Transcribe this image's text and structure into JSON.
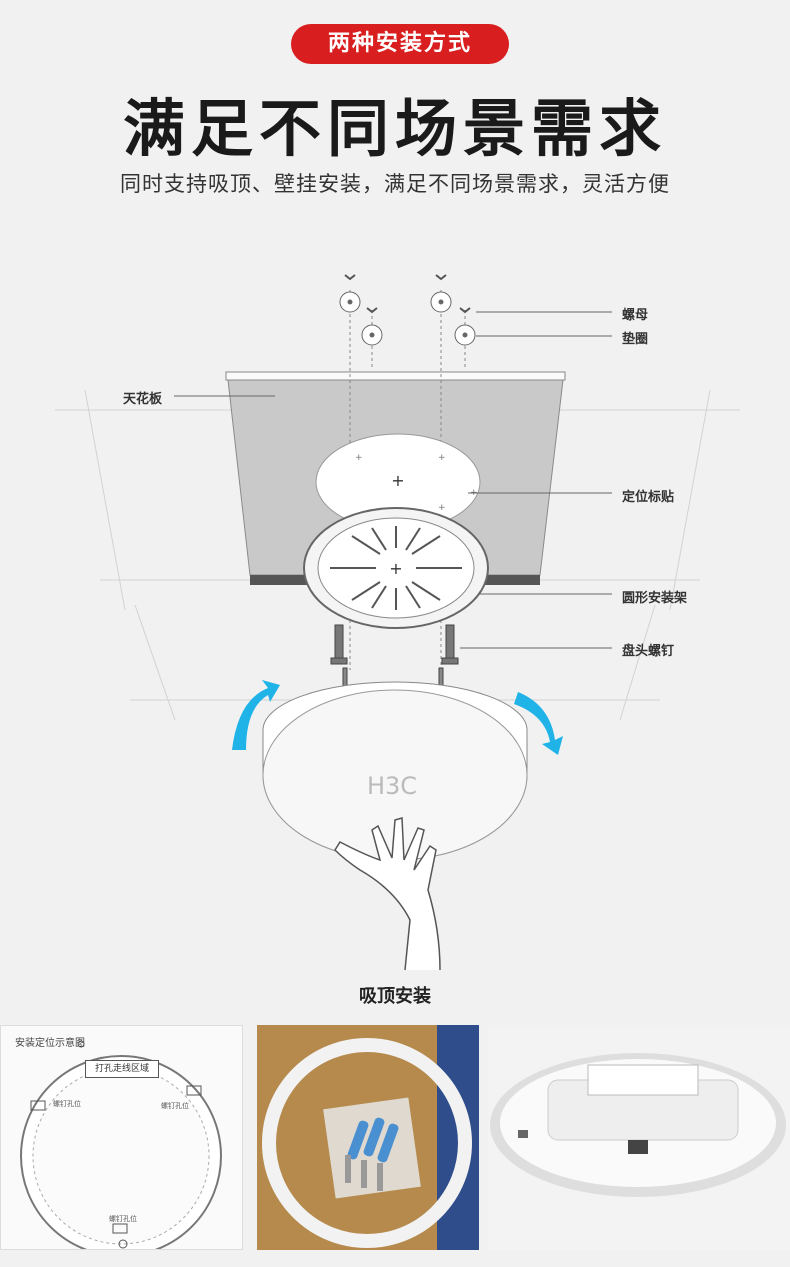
{
  "header": {
    "badge": "两种安装方式",
    "title": "满足不同场景需求",
    "subtitle": "同时支持吸顶、壁挂安装，满足不同场景需求，灵活方便"
  },
  "diagram": {
    "labels": {
      "nut": "螺母",
      "washer": "垫圈",
      "ceiling": "天花板",
      "sticker": "定位标贴",
      "bracket": "圆形安装架",
      "screw": "盘头螺钉"
    },
    "device_logo": "H3C",
    "caption": "吸顶安装"
  },
  "photos": {
    "template_title": "安装定位示意图",
    "template_box": "打孔走线区域",
    "template_hole_left": "螺钉孔位",
    "template_hole_right": "螺钉孔位",
    "template_hole_bottom": "螺钉孔位"
  },
  "colors": {
    "badge": "#d81e1e",
    "arrow": "#1fb3e8"
  }
}
